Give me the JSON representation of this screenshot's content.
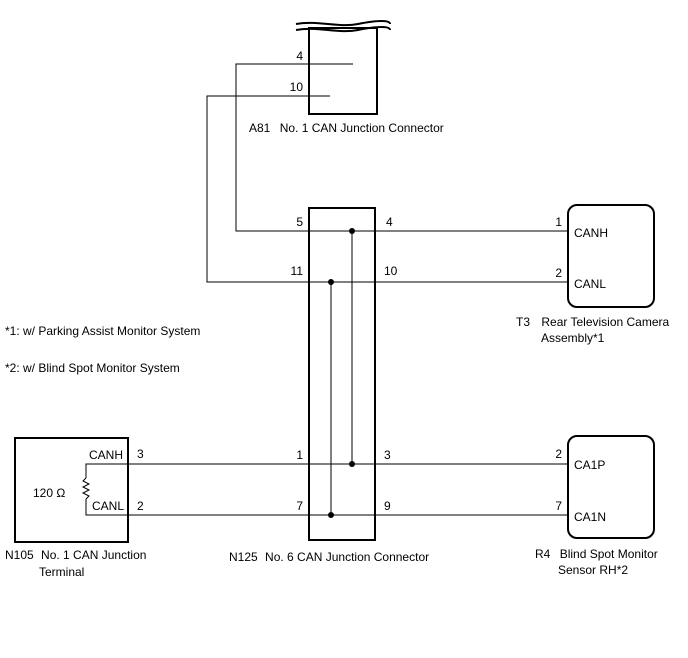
{
  "a81": {
    "id": "A81",
    "name": "No. 1 CAN Junction Connector",
    "pin_top": "4",
    "pin_bottom": "10"
  },
  "n125": {
    "id": "N125",
    "name": "No. 6 CAN Junction Connector",
    "left_pins": [
      "5",
      "11",
      "1",
      "7"
    ],
    "right_pins": [
      "4",
      "10",
      "3",
      "9"
    ]
  },
  "t3": {
    "id": "T3",
    "name_line1": "Rear Television Camera",
    "name_line2": "Assembly*1",
    "signal1": "CANH",
    "signal2": "CANL",
    "pin1": "1",
    "pin2": "2"
  },
  "r4": {
    "id": "R4",
    "name_line1": "Blind Spot Monitor",
    "name_line2": "Sensor RH*2",
    "signal1": "CA1P",
    "signal2": "CA1N",
    "pin1": "2",
    "pin2": "7"
  },
  "n105": {
    "id": "N105",
    "name_line1": "No. 1 CAN Junction",
    "name_line2": "Terminal",
    "resistor": "120 Ω",
    "signal1": "CANH",
    "signal2": "CANL",
    "pin1": "3",
    "pin2": "2"
  },
  "notes": [
    "*1: w/ Parking Assist Monitor System",
    "*2: w/ Blind Spot Monitor System"
  ]
}
